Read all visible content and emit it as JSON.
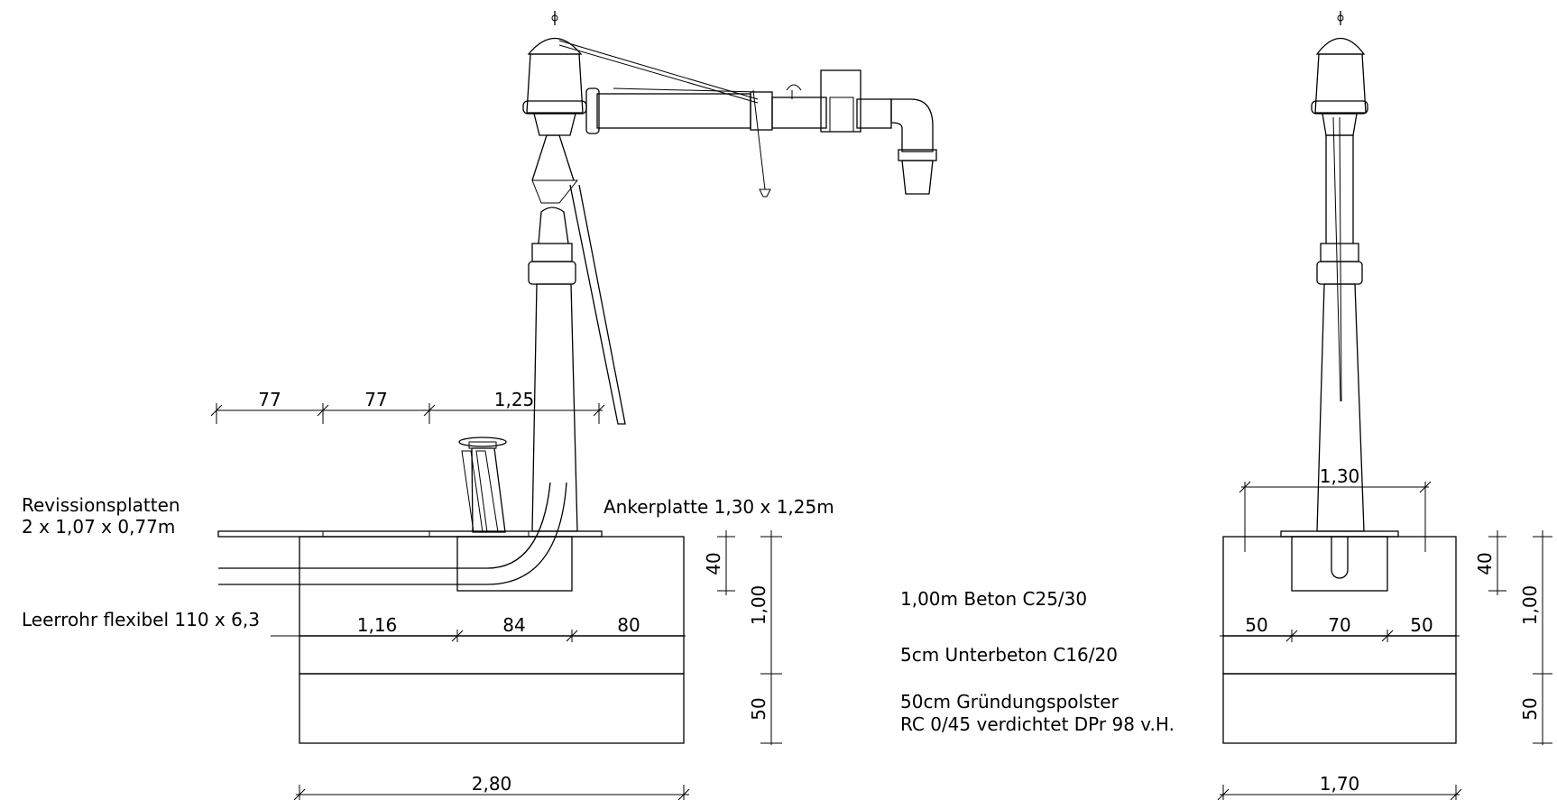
{
  "labels": {
    "revision_plates_line1": "Revissionsplatten",
    "revision_plates_line2": "2 x 1,07 x 0,77m",
    "anchor_plate": "Ankerplatte 1,30 x 1,25m",
    "empty_pipe": "Leerrohr flexibel 110 x 6,3",
    "concrete": "1,00m Beton C25/30",
    "sub_concrete": "5cm Unterbeton C16/20",
    "foundation_line1": "50cm Gründungspolster",
    "foundation_line2": "RC 0/45 verdichtet DPr 98 v.H."
  },
  "dimensions": {
    "side_top_1": "77",
    "side_top_2": "77",
    "side_top_3": "1,25",
    "side_mid_1": "1,16",
    "side_mid_2": "84",
    "side_mid_3": "80",
    "side_vert_40": "40",
    "side_vert_100": "1,00",
    "side_vert_50": "50",
    "side_total": "2,80",
    "front_top": "1,30",
    "front_mid_1": "50",
    "front_mid_2": "70",
    "front_mid_3": "50",
    "front_vert_40": "40",
    "front_vert_100": "1,00",
    "front_vert_50": "50",
    "front_total": "1,70"
  }
}
